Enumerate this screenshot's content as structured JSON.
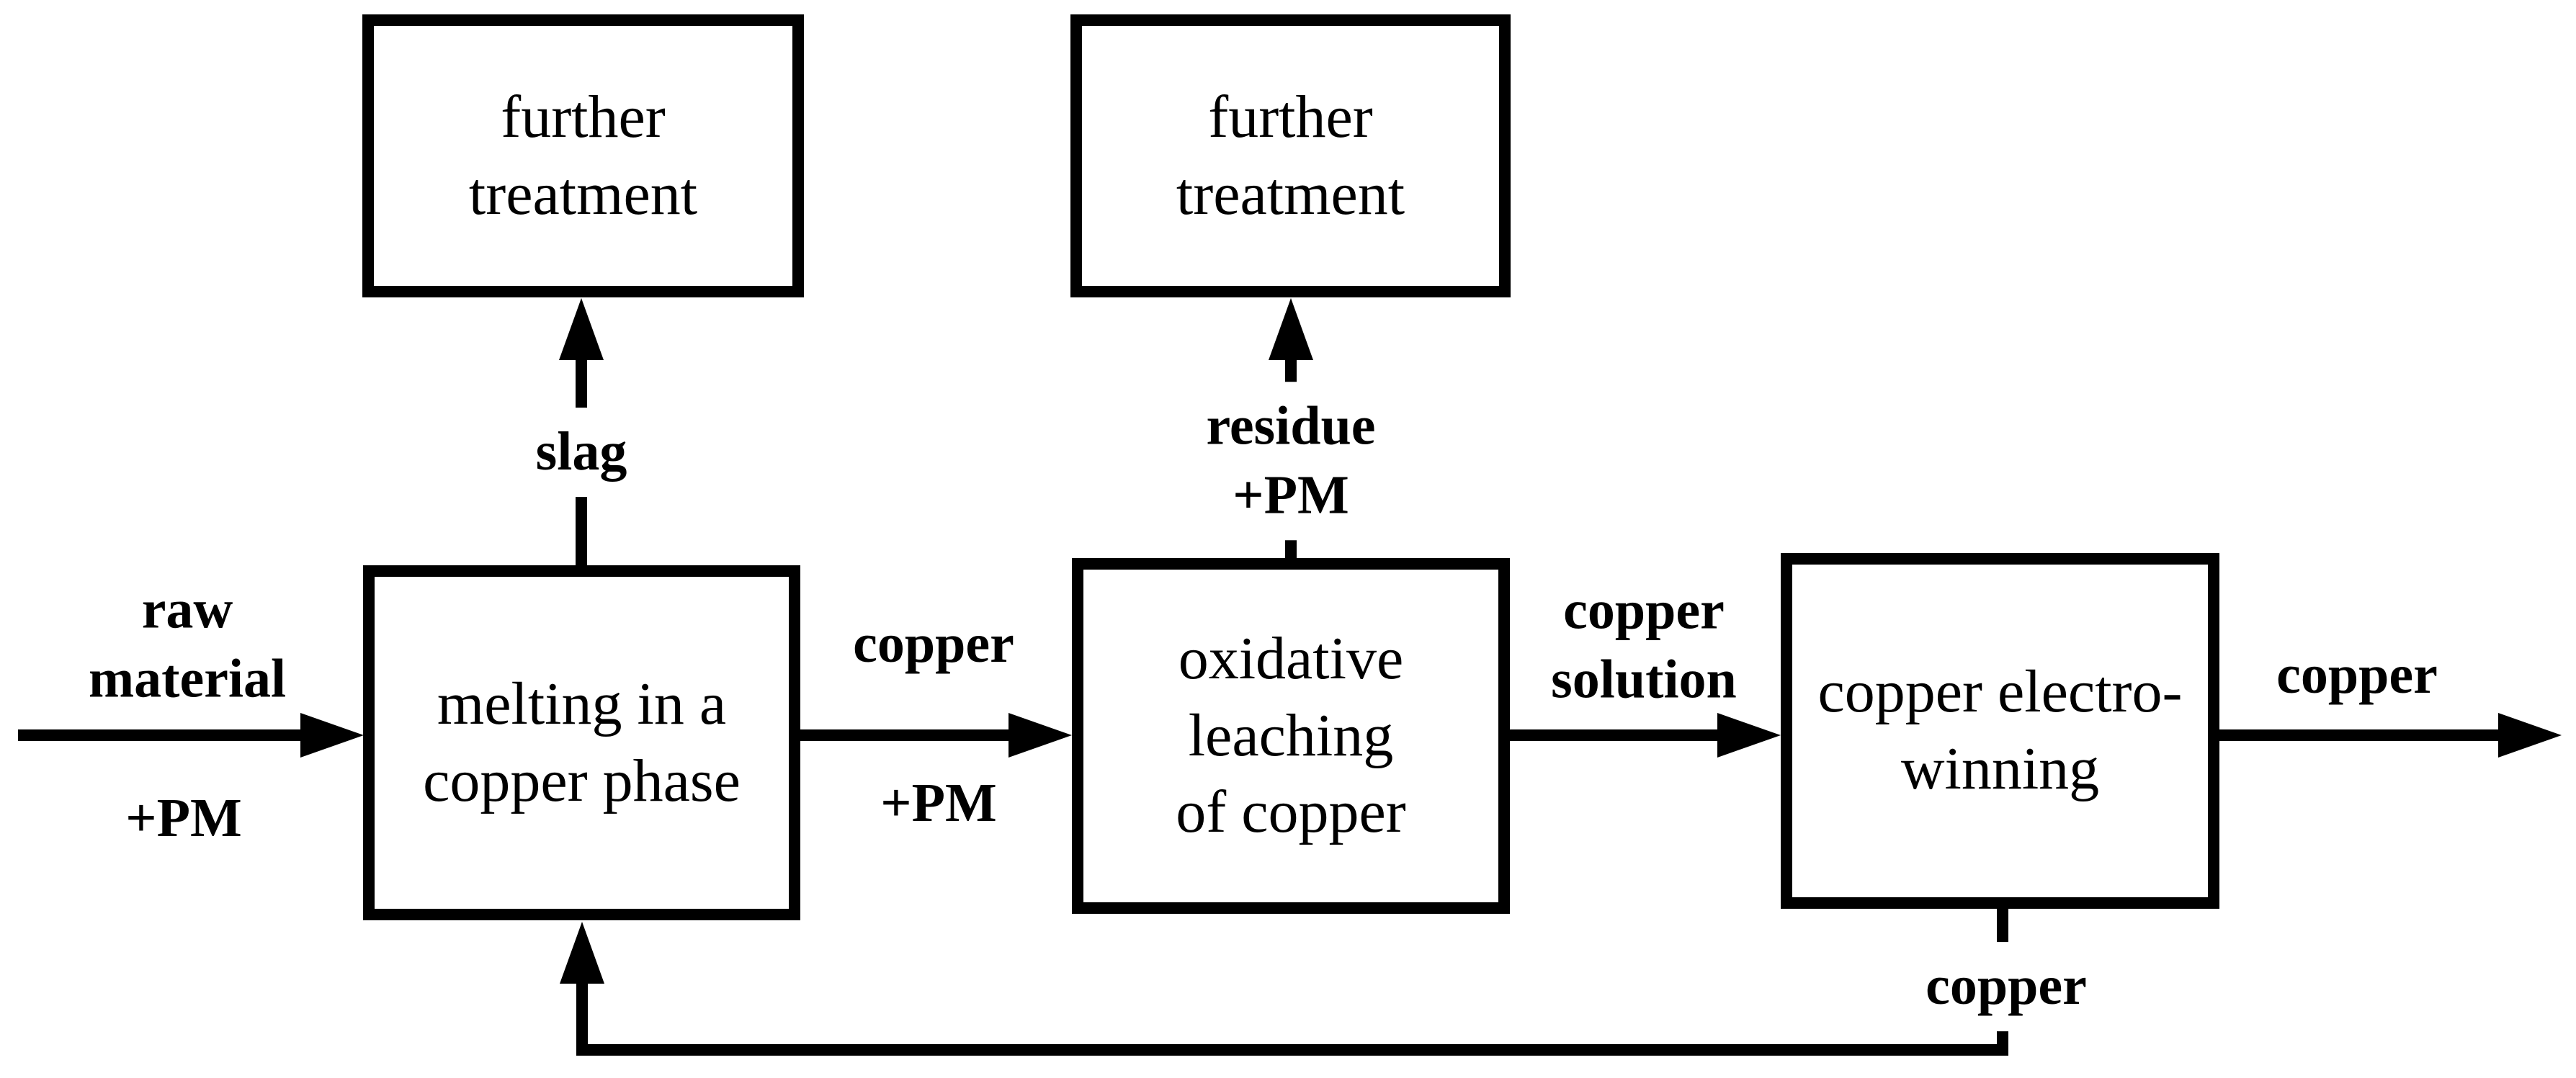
{
  "diagram": {
    "background_color": "#ffffff",
    "line_color": "#000000",
    "boxes": [
      {
        "id": "further-treatment-slag",
        "text": "further\ntreatment"
      },
      {
        "id": "further-treatment-residue",
        "text": "further\ntreatment"
      },
      {
        "id": "melting",
        "text": "melting in a\ncopper phase"
      },
      {
        "id": "leaching",
        "text": "oxidative\nleaching\nof copper"
      },
      {
        "id": "electrowinning",
        "text": "copper electro-\nwinning"
      }
    ],
    "labels": {
      "input_stream": "raw\nmaterial",
      "input_additive": "+PM",
      "slag_stream": "slag",
      "melt_output_stream": "copper",
      "melt_output_additive": "+PM",
      "residue_stream": "residue\n+PM",
      "leach_output_stream": "copper\nsolution",
      "final_output_stream": "copper",
      "recycle_stream": "copper"
    }
  }
}
